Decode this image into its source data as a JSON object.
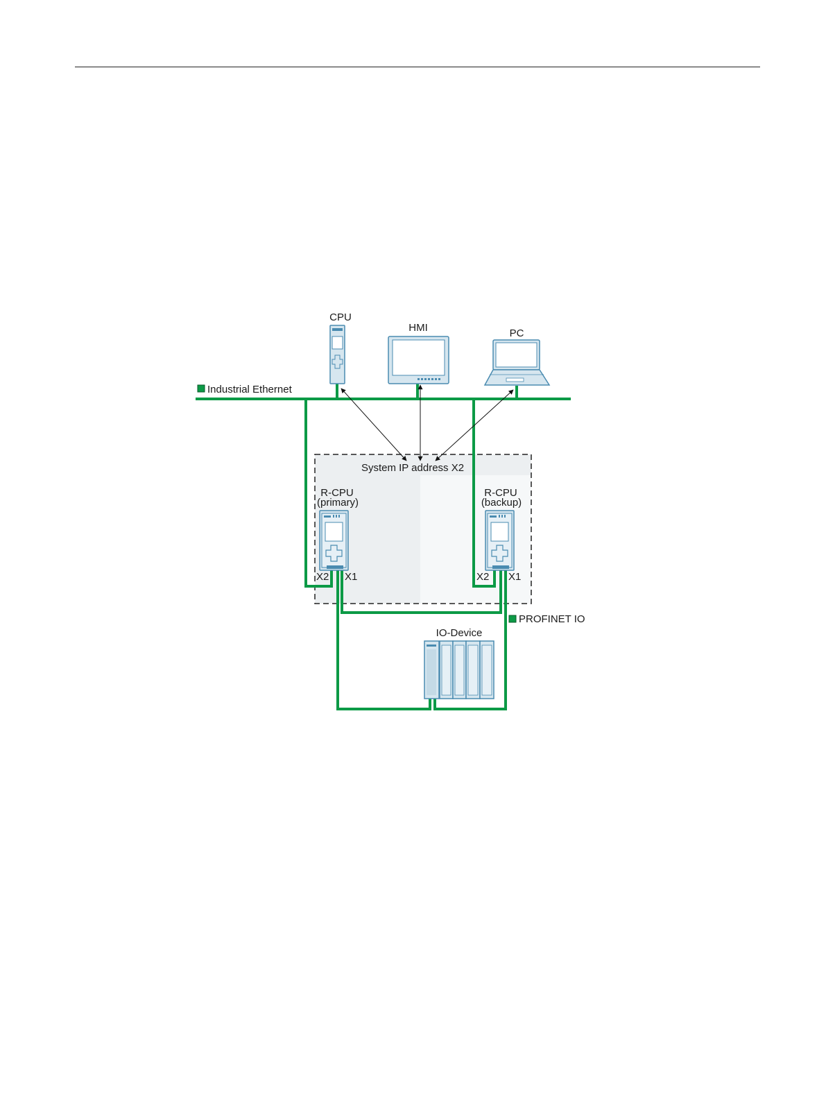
{
  "diagram": {
    "legend": {
      "industrial_ethernet": "Industrial Ethernet",
      "profinet_io": "PROFINET IO"
    },
    "devices": {
      "cpu": "CPU",
      "hmi": "HMI",
      "pc": "PC",
      "io_device": "IO-Device"
    },
    "system_ip": "System IP address X2",
    "rcpu_primary": {
      "line1": "R-CPU",
      "line2": "(primary)",
      "port_x2": "X2",
      "port_x1": "X1"
    },
    "rcpu_backup": {
      "line1": "R-CPU",
      "line2": "(backup)",
      "port_x2": "X2",
      "port_x1": "X1"
    },
    "colors": {
      "network_green": "#0c9a46",
      "device_blue": "#4a8bb0",
      "device_fill": "#d6e6ef",
      "zone_gray": "#eceff1"
    }
  }
}
